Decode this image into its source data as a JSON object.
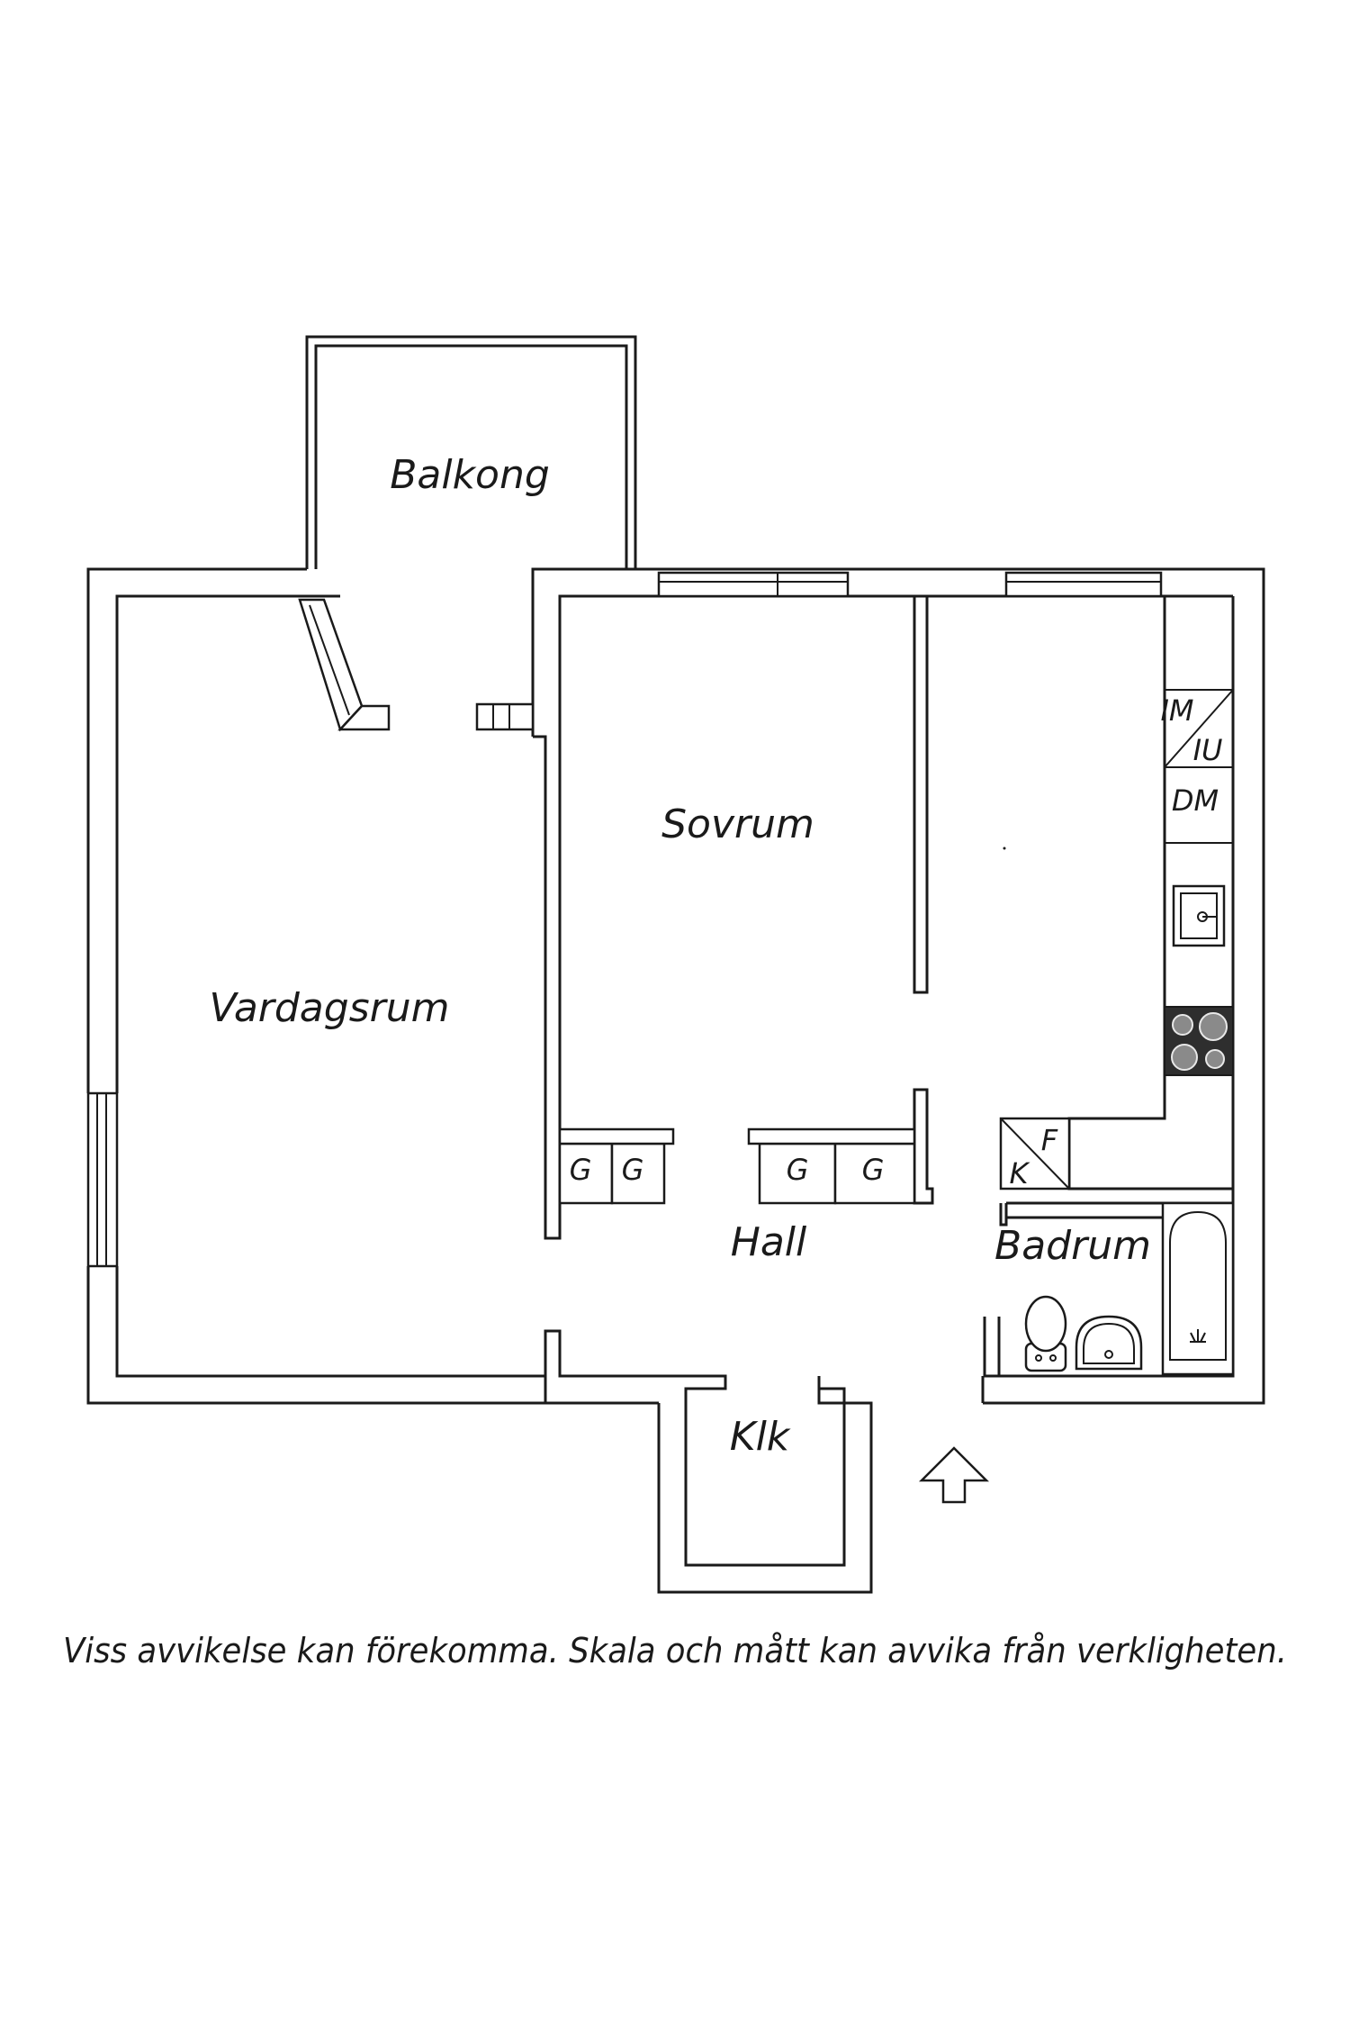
{
  "rooms": {
    "balkong": "Balkong",
    "sovrum": "Sovrum",
    "vardagsrum": "Vardagsrum",
    "hall": "Hall",
    "badrum": "Badrum",
    "klk": "Klk"
  },
  "fixtures": {
    "wardrobe_1": "G",
    "wardrobe_2": "G",
    "wardrobe_3": "G",
    "wardrobe_4": "G",
    "microwave": "IM",
    "built_in_oven": "IU",
    "dishwasher": "DM",
    "fridge": "F",
    "freezer": "K"
  },
  "disclaimer": "Viss avvikelse kan förekomma. Skala och mått kan avvika från verkligheten.",
  "icons": {
    "entrance": "arrow-up-icon",
    "stove": "stove-icon",
    "sink": "sink-icon",
    "toilet": "toilet-icon",
    "washbasin": "washbasin-icon",
    "bathtub": "bathtub-icon"
  }
}
